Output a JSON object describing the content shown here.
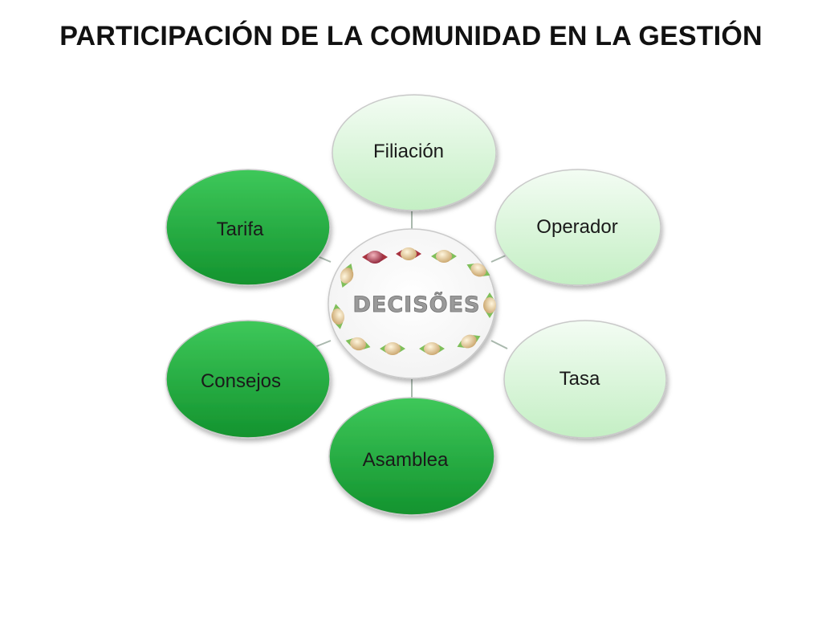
{
  "title": "PARTICIPACIÓN DE LA COMUNIDAD EN LA GESTIÓN",
  "center": {
    "label": "DECISÕES"
  },
  "nodes": [
    {
      "label": "Filiación",
      "style": "light"
    },
    {
      "label": "Operador",
      "style": "light"
    },
    {
      "label": "Tasa",
      "style": "light"
    },
    {
      "label": "Asamblea",
      "style": "dark"
    },
    {
      "label": "Consejos",
      "style": "dark"
    },
    {
      "label": "Tarifa",
      "style": "dark"
    }
  ],
  "colors": {
    "light_fill_top": "#f3fcf3",
    "light_fill_bottom": "#c4efc4",
    "dark_fill_top": "#3ec85a",
    "dark_fill_bottom": "#13932e",
    "border": "#c9c9c9",
    "connector": "#a9b8ad",
    "center_text": "#9a9a9a"
  },
  "icons": [
    "candy-icon"
  ]
}
